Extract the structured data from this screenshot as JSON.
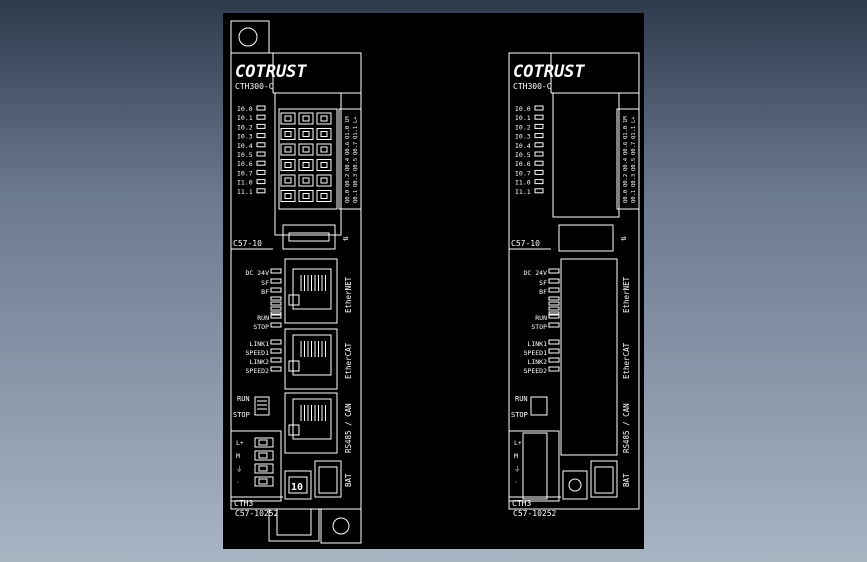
{
  "drawing": {
    "left_module": {
      "brand": "COTRUST",
      "model": "CTH300-C",
      "io_labels": [
        "I0.0",
        "I0.1",
        "I0.2",
        "I0.3",
        "I0.4",
        "I0.5",
        "I0.6",
        "I0.7",
        "I1.0",
        "I1.1"
      ],
      "terminal_labels": [
        [
          "Q0.0",
          "Q0.1"
        ],
        [
          "Q0.2",
          "Q0.3"
        ],
        [
          "Q0.4",
          "Q0.5"
        ],
        [
          "Q0.6",
          "Q0.7"
        ],
        [
          "Q1.0",
          "Q1.1"
        ],
        [
          "1M",
          "L+"
        ]
      ],
      "part_top": "C57-10",
      "leds": [
        "DC 24V",
        "SF",
        "BF",
        "RUN",
        "STOP",
        "LINK1",
        "SPEED1",
        "LINK2",
        "SPEED2"
      ],
      "switch_labels": [
        "RUN",
        "STOP"
      ],
      "power_labels": [
        "L+",
        "M",
        "⏚",
        "·"
      ],
      "ports": [
        "EtherNET",
        "EtherCAT",
        "RS485 / CAN"
      ],
      "bat": "BAT",
      "dial_value": "10",
      "footer_code": "CTH3",
      "footer_part": "C57-10252"
    },
    "right_module": {
      "brand": "COTRUST",
      "model": "CTH300-C",
      "io_labels": [
        "I0.0",
        "I0.1",
        "I0.2",
        "I0.3",
        "I0.4",
        "I0.5",
        "I0.6",
        "I0.7",
        "I1.0",
        "I1.1"
      ],
      "terminal_labels": [
        [
          "Q0.0",
          "Q0.1"
        ],
        [
          "Q0.2",
          "Q0.3"
        ],
        [
          "Q0.4",
          "Q0.5"
        ],
        [
          "Q0.6",
          "Q0.7"
        ],
        [
          "Q1.0",
          "Q1.1"
        ],
        [
          "1M",
          "L+"
        ]
      ],
      "part_top": "C57-10",
      "leds": [
        "DC 24V",
        "SF",
        "BF",
        "RUN",
        "STOP",
        "LINK1",
        "SPEED1",
        "LINK2",
        "SPEED2"
      ],
      "switch_labels": [
        "RUN",
        "STOP"
      ],
      "power_labels": [
        "L+",
        "M",
        "⏚",
        "·"
      ],
      "ports": [
        "EtherNET",
        "EtherCAT",
        "RS485 / CAN"
      ],
      "bat": "BAT",
      "footer_code": "CTH3",
      "footer_part": "C57-10252"
    }
  }
}
